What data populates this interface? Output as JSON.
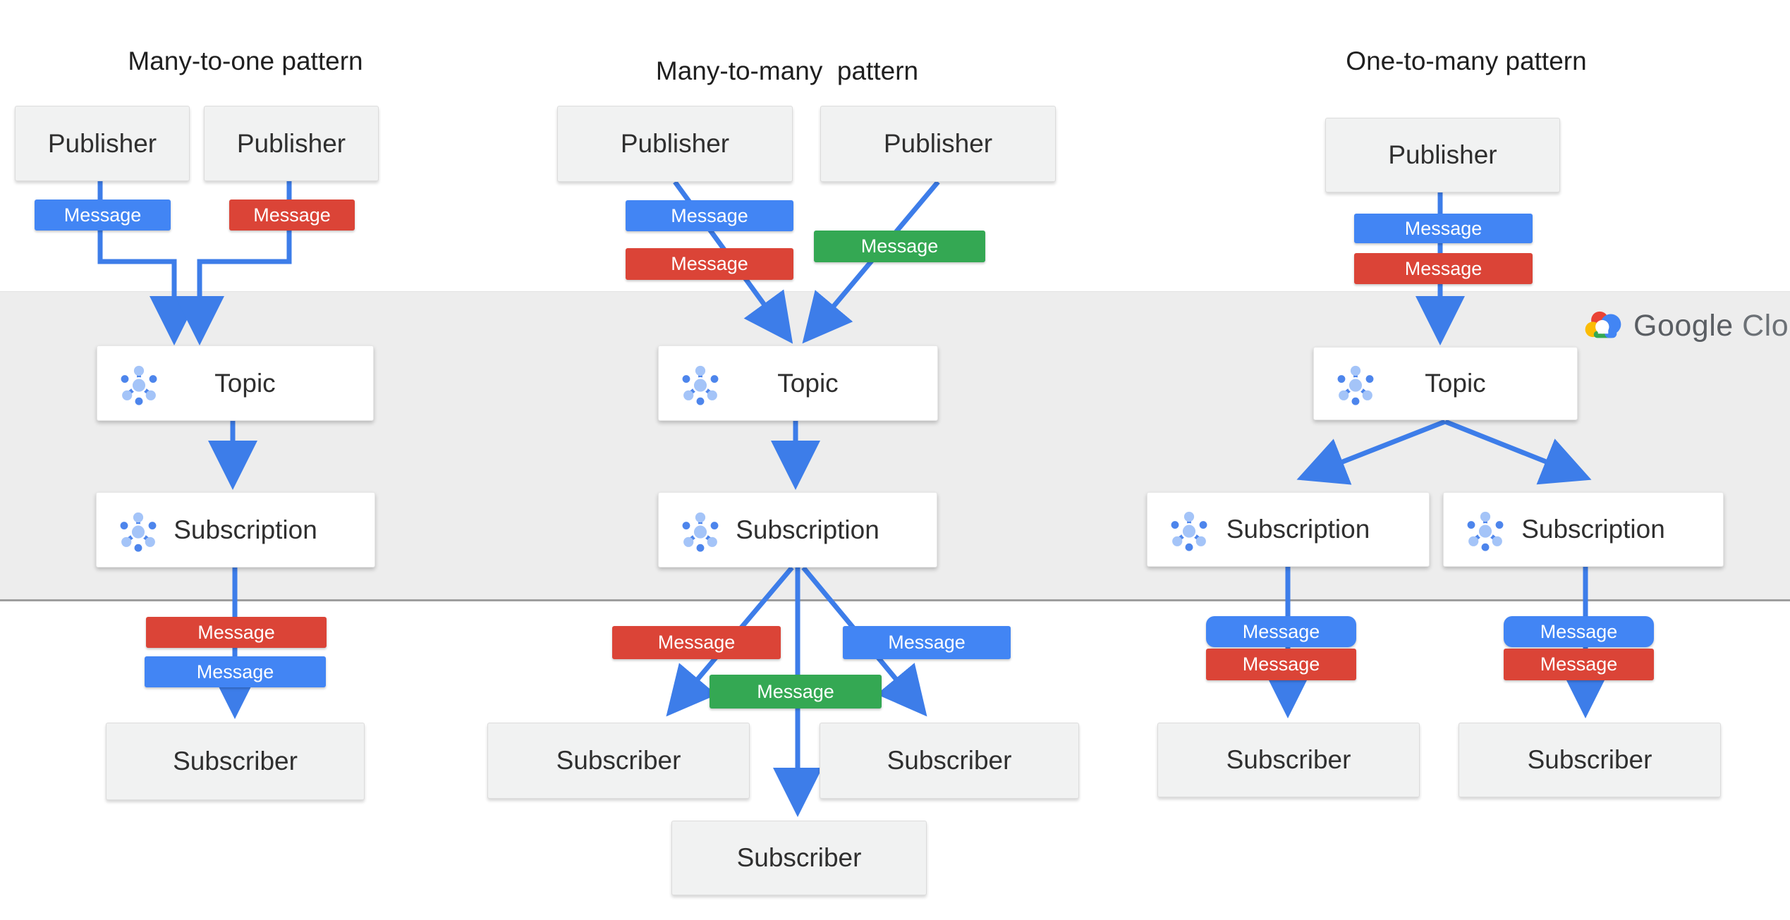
{
  "brand": {
    "google": "Google",
    "cloud": "Cloud"
  },
  "colors": {
    "accent_blue": "#4285f4",
    "accent_red": "#db4437",
    "accent_green": "#34a853",
    "connector_blue": "#3d7de9",
    "band_gray": "#ededed",
    "node_gray": "#f1f2f2",
    "logo_text_gray": "#5f6368",
    "icon_light_blue": "#a4c4f8",
    "icon_mid_blue": "#4d85ec"
  },
  "icons": {
    "topic_icon": "pubsub-topic-icon",
    "subscription_icon": "pubsub-subscription-icon",
    "cloud_logo_icon": "google-cloud-logo-icon"
  },
  "patterns": [
    {
      "title": "Many-to-one pattern",
      "publishers": [
        "Publisher",
        "Publisher"
      ],
      "topic": "Topic",
      "subscriptions": [
        "Subscription"
      ],
      "subscribers": [
        "Subscriber"
      ],
      "messages": {
        "top": [
          {
            "text": "Message",
            "color": "blue"
          },
          {
            "text": "Message",
            "color": "red"
          }
        ],
        "bottom": [
          {
            "text": "Message",
            "color": "red"
          },
          {
            "text": "Message",
            "color": "blue"
          }
        ]
      }
    },
    {
      "title": "Many-to-many  pattern",
      "publishers": [
        "Publisher",
        "Publisher"
      ],
      "topic": "Topic",
      "subscriptions": [
        "Subscription"
      ],
      "subscribers": [
        "Subscriber",
        "Subscriber",
        "Subscriber"
      ],
      "messages": {
        "top": [
          {
            "text": "Message",
            "color": "blue"
          },
          {
            "text": "Message",
            "color": "red"
          },
          {
            "text": "Message",
            "color": "green"
          }
        ],
        "bottom": [
          {
            "text": "Message",
            "color": "red"
          },
          {
            "text": "Message",
            "color": "blue"
          },
          {
            "text": "Message",
            "color": "green"
          }
        ]
      }
    },
    {
      "title": "One-to-many pattern",
      "publishers": [
        "Publisher"
      ],
      "topic": "Topic",
      "subscriptions": [
        "Subscription",
        "Subscription"
      ],
      "subscribers": [
        "Subscriber",
        "Subscriber"
      ],
      "messages": {
        "top": [
          {
            "text": "Message",
            "color": "blue"
          },
          {
            "text": "Message",
            "color": "red"
          }
        ],
        "bottom": [
          {
            "text": "Message",
            "color": "blue"
          },
          {
            "text": "Message",
            "color": "red"
          },
          {
            "text": "Message",
            "color": "blue"
          },
          {
            "text": "Message",
            "color": "red"
          }
        ]
      }
    }
  ]
}
